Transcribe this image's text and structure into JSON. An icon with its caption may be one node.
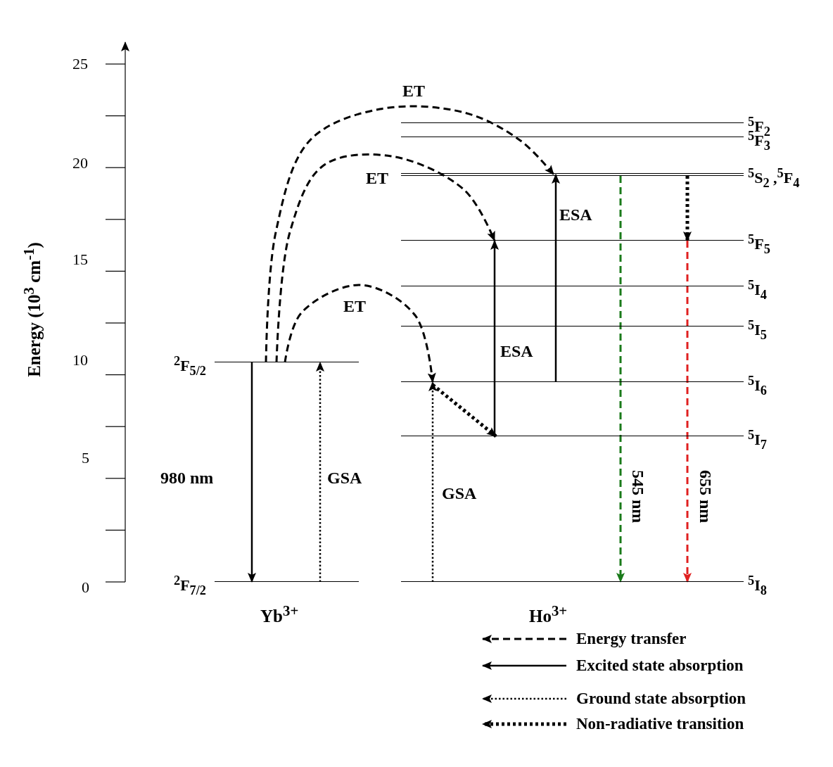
{
  "diagram": {
    "nodes": [
      {
        "text": [
          "$^{2}$F$_{5/2}$"
        ]
      },
      {
        "text": [
          "$^{2}$F$_{7/2}$"
        ]
      },
      {
        "text": [
          "$^{5}$F$_{2}$"
        ]
      },
      {
        "text": [
          "$^{5}$F$_{3}$"
        ]
      },
      {
        "text": [
          "$^{5}$S$_{2}$ ,$^{5}$F$_{4}$"
        ]
      },
      {
        "text": [
          "$^{5}$F$_{5}$"
        ]
      },
      {
        "text": [
          "$^{5}$I$_{4}$"
        ]
      },
      {
        "text": [
          "$^{5}$I$_{5}$"
        ]
      },
      {
        "text": [
          "$^{5}$I$_{6}$"
        ]
      },
      {
        "text": [
          "$^{5}$I$_{7}$"
        ]
      },
      {
        "text": [
          "$^{5}$I$_{8}$"
        ]
      }
    ],
    "edges": [
      {
        "from": 0,
        "to": 1,
        "arrow": "to",
        "label": "980 nm"
      },
      {
        "from": 1,
        "to": 0,
        "arrow": "to",
        "label": "GSA",
        "style": "dashed"
      },
      {
        "from": 0,
        "to": 8,
        "arrow": "to",
        "label": "ET",
        "style": "dashed"
      },
      {
        "from": 0,
        "to": 5,
        "arrow": "to",
        "label": "ET",
        "style": "dashed"
      },
      {
        "from": 0,
        "to": 4,
        "arrow": "to",
        "label": "ET",
        "style": "dashed"
      },
      {
        "from": 10,
        "to": 8,
        "arrow": "to",
        "label": "GSA",
        "style": "dashed"
      },
      {
        "from": 8,
        "to": 9,
        "arrow": "to",
        "style": "dashed"
      },
      {
        "from": 9,
        "to": 5,
        "arrow": "to",
        "label": "ESA"
      },
      {
        "from": 8,
        "to": 4,
        "arrow": "to",
        "label": "ESA"
      },
      {
        "from": 4,
        "to": 10,
        "arrow": "to",
        "label": "545 nm",
        "style": "dashed",
        "color": "#1a7a1a"
      },
      {
        "from": 4,
        "to": 5,
        "arrow": "to",
        "style": "dashed"
      },
      {
        "from": 5,
        "to": 10,
        "arrow": "to",
        "label": "655 nm",
        "style": "dashed",
        "color": "#e02020"
      }
    ],
    "labels": [
      "25",
      "20",
      "15",
      "10",
      "5",
      "0",
      "Energy (10$^{3}$ cm$^{-1}$)",
      "Yb$^{3+}$",
      "Ho$^{3+}$"
    ],
    "legend": [
      {
        "text": "Energy transfer"
      },
      {
        "text": "Excited state absorption"
      },
      {
        "text": "Ground state absorption"
      },
      {
        "text": "Non-radiative transition"
      }
    ]
  }
}
